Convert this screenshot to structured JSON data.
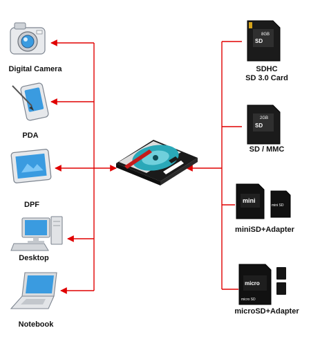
{
  "colors": {
    "connector": "#e00000",
    "device_blue": "#3a9be0",
    "card_dark": "#1a1a1a",
    "card_teal": "#2aa8b8"
  },
  "left_devices": [
    {
      "label": "Digital Camera",
      "icon": "digital-camera-icon"
    },
    {
      "label": "PDA",
      "icon": "pda-icon"
    },
    {
      "label": "DPF",
      "icon": "digital-photo-frame-icon"
    },
    {
      "label": "Desktop",
      "icon": "desktop-computer-icon"
    },
    {
      "label": "Notebook",
      "icon": "notebook-laptop-icon"
    }
  ],
  "center": {
    "icon": "sd-card-adapter-icon"
  },
  "right_cards": [
    {
      "label_line1": "SDHC",
      "label_line2": "SD 3.0 Card",
      "icon": "sdhc-card-icon",
      "card_text": "8GB"
    },
    {
      "label_line1": "SD / MMC",
      "label_line2": "",
      "icon": "sd-mmc-card-icon",
      "card_text": "2GB"
    },
    {
      "label_line1": "miniSD+Adapter",
      "label_line2": "",
      "icon": "minisd-adapter-icon",
      "card_text": "mini SD"
    },
    {
      "label_line1": "microSD+Adapter",
      "label_line2": "",
      "icon": "microsd-adapter-icon",
      "card_text": "micro SD"
    }
  ]
}
